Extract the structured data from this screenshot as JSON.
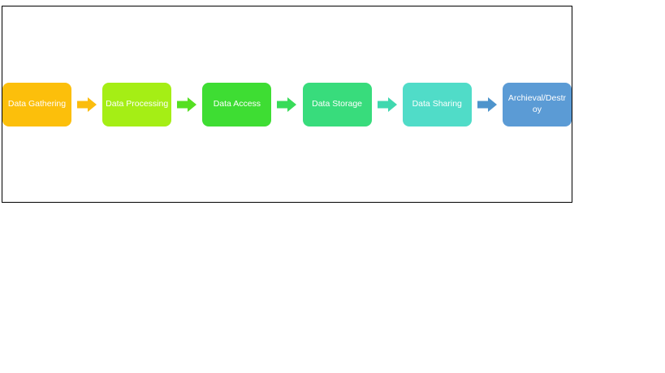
{
  "diagram": {
    "frame_border_color": "#000000",
    "background_color": "#FFFFFF",
    "step_text_color": "#FFFFFF",
    "steps": [
      {
        "label": "Data Gathering",
        "color": "#FCBF0B"
      },
      {
        "label": "Data Processing",
        "color": "#A5EE15"
      },
      {
        "label": "Data Access",
        "color": "#3EDD33"
      },
      {
        "label": "Data Storage",
        "color": "#38DC7C"
      },
      {
        "label": "Data Sharing",
        "color": "#50DCC8"
      },
      {
        "label": "Archieval/Destroy",
        "color": "#5B9BD5"
      }
    ],
    "arrows": [
      {
        "color": "#FBBD0D"
      },
      {
        "color": "#55DF22"
      },
      {
        "color": "#38DB59"
      },
      {
        "color": "#40D8AF"
      },
      {
        "color": "#4E94CC"
      }
    ]
  }
}
